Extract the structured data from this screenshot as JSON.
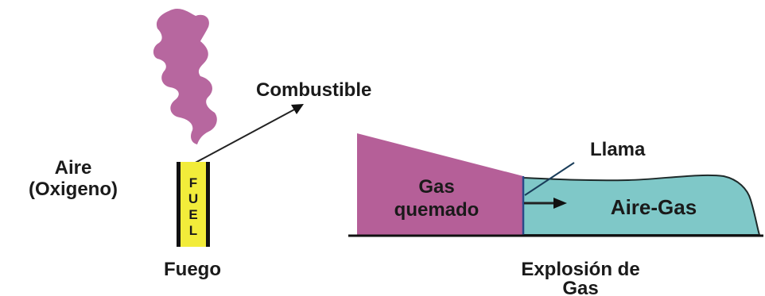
{
  "left_panel": {
    "air_label_line1": "Aire",
    "air_label_line2": "(Oxigeno)",
    "fuel_arrow_label": "Combustible",
    "fuel_letters": [
      "F",
      "U",
      "E",
      "L"
    ],
    "caption": "Fuego"
  },
  "right_panel": {
    "flame_label": "Llama",
    "burned_gas_line1": "Gas",
    "burned_gas_line2": "quemado",
    "air_gas_label": "Aire-Gas",
    "caption_line1": "Explosión de",
    "caption_line2": "Gas"
  },
  "colors": {
    "smoke": "#b7679f",
    "burned_gas": "#b55f98",
    "air_gas": "#7fc8c8",
    "fuel_stick": "#f2ec3a",
    "outline": "#111111",
    "flame_line": "#2a6ea0"
  }
}
